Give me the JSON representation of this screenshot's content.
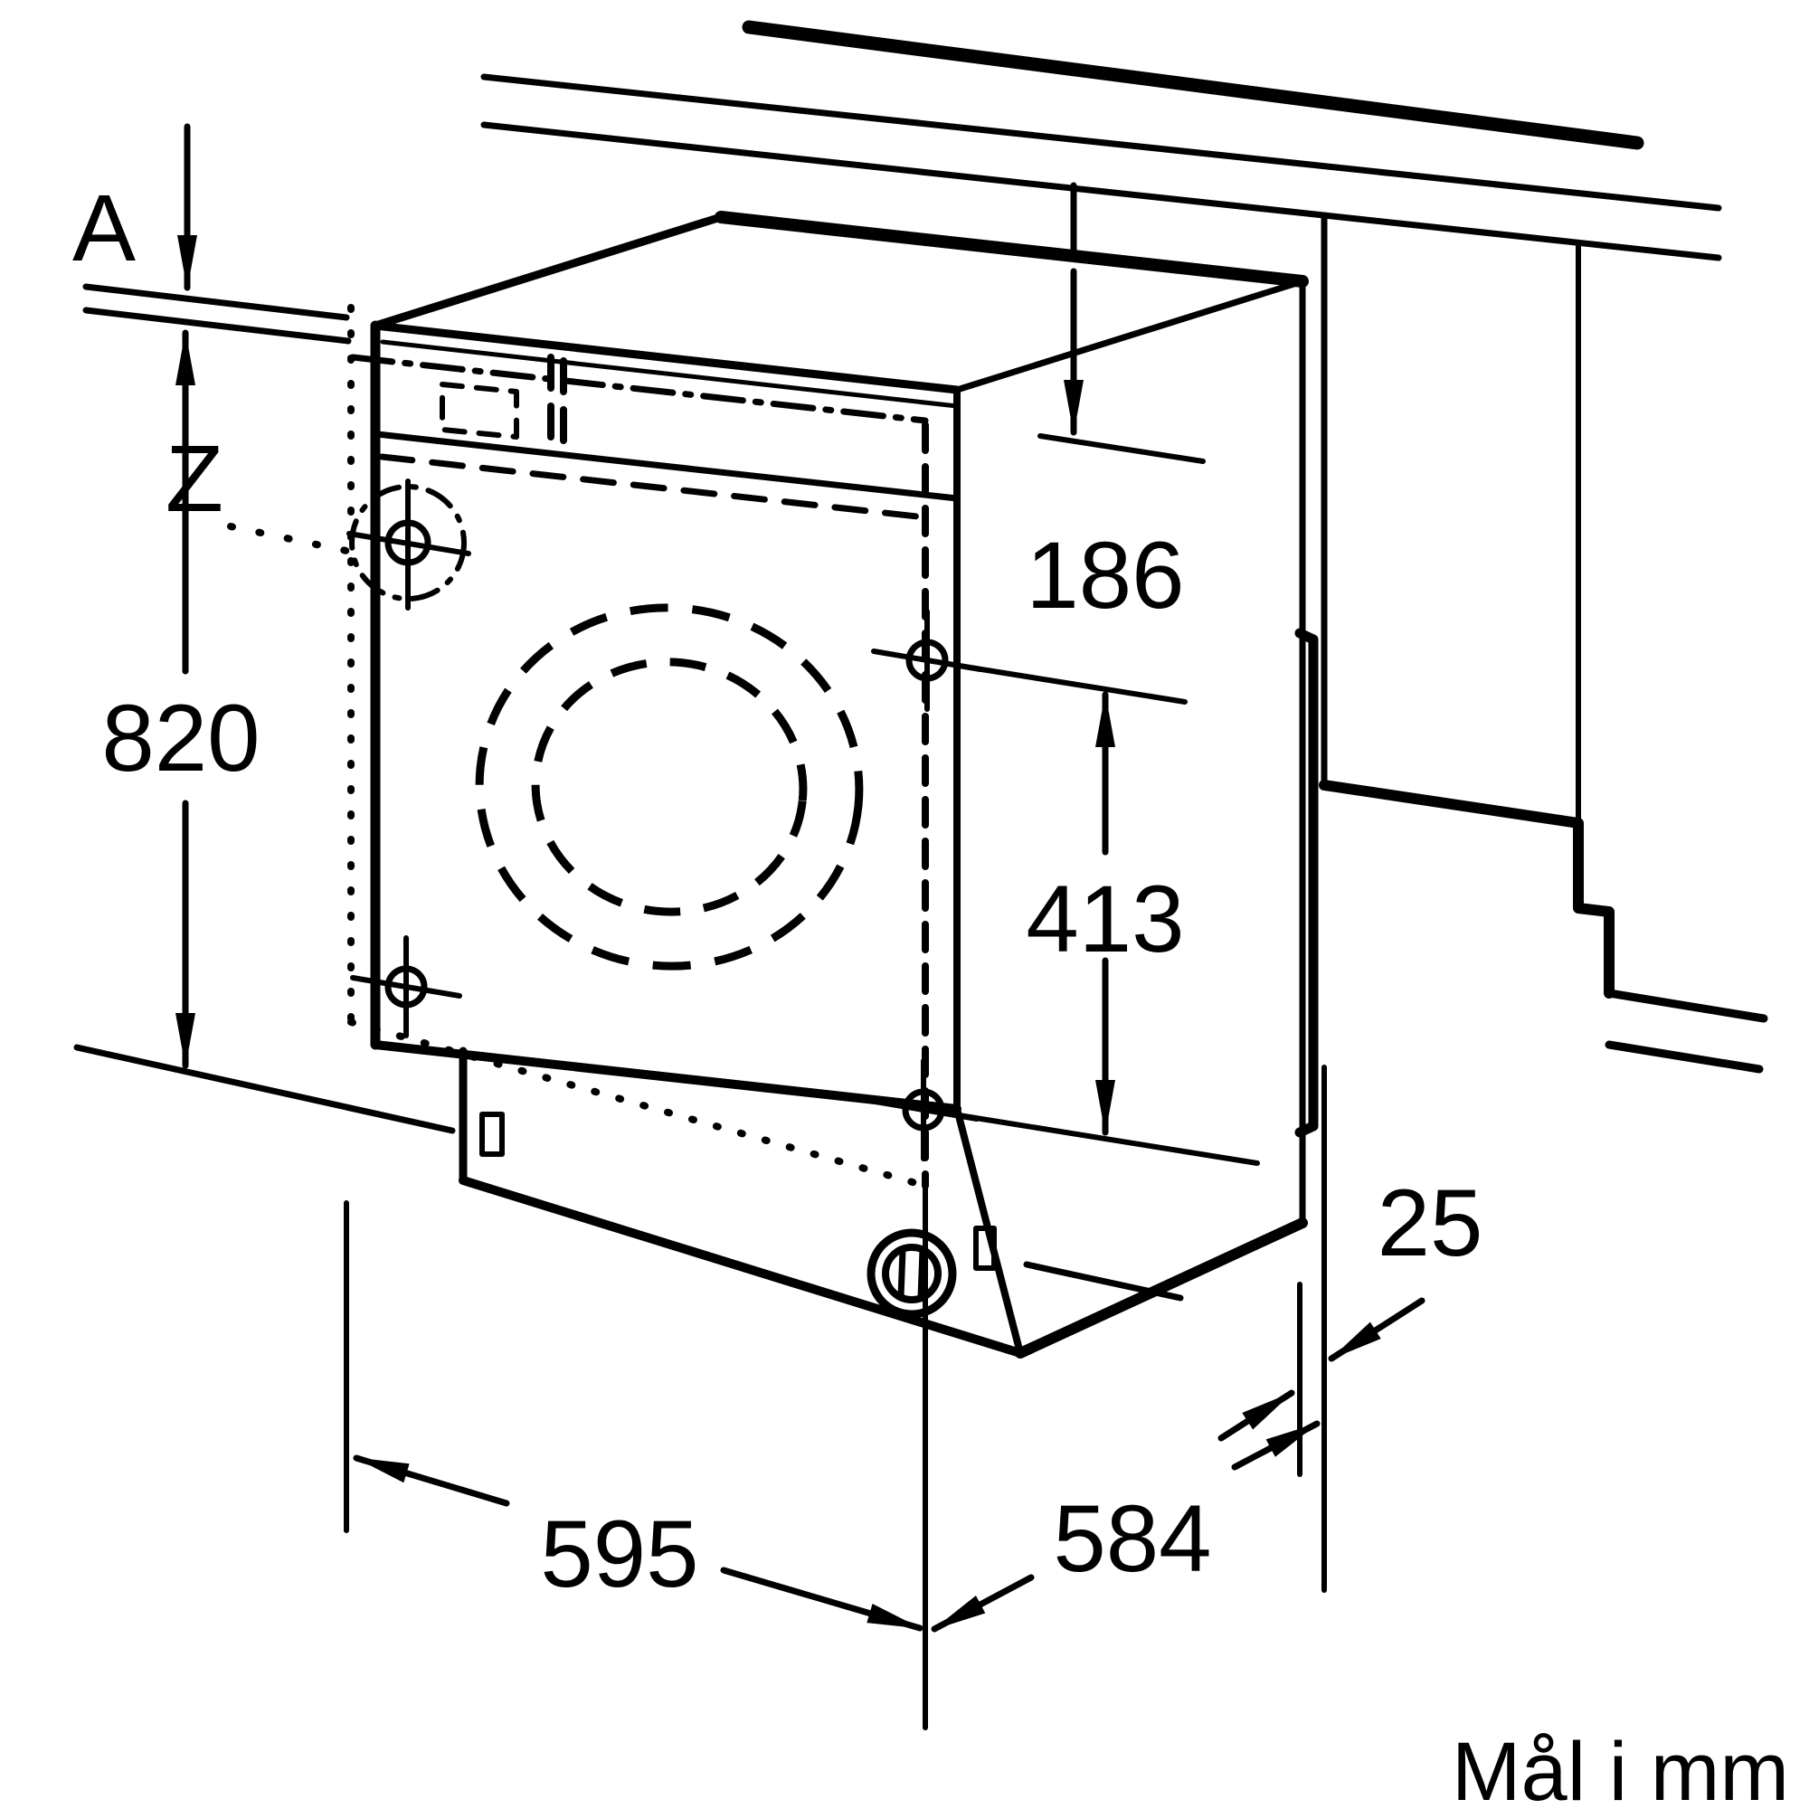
{
  "page": {
    "background_color": "#ffffff",
    "line_color": "#000000"
  },
  "diagram": {
    "caption": "Mål i mm",
    "labels": {
      "worktop_gap": "A",
      "detail_marker": "Z"
    },
    "dimensions": {
      "niche_height": "820",
      "top_offset": "186",
      "mounting_span": "413",
      "side_gap": "25",
      "width": "595",
      "depth": "584"
    }
  }
}
